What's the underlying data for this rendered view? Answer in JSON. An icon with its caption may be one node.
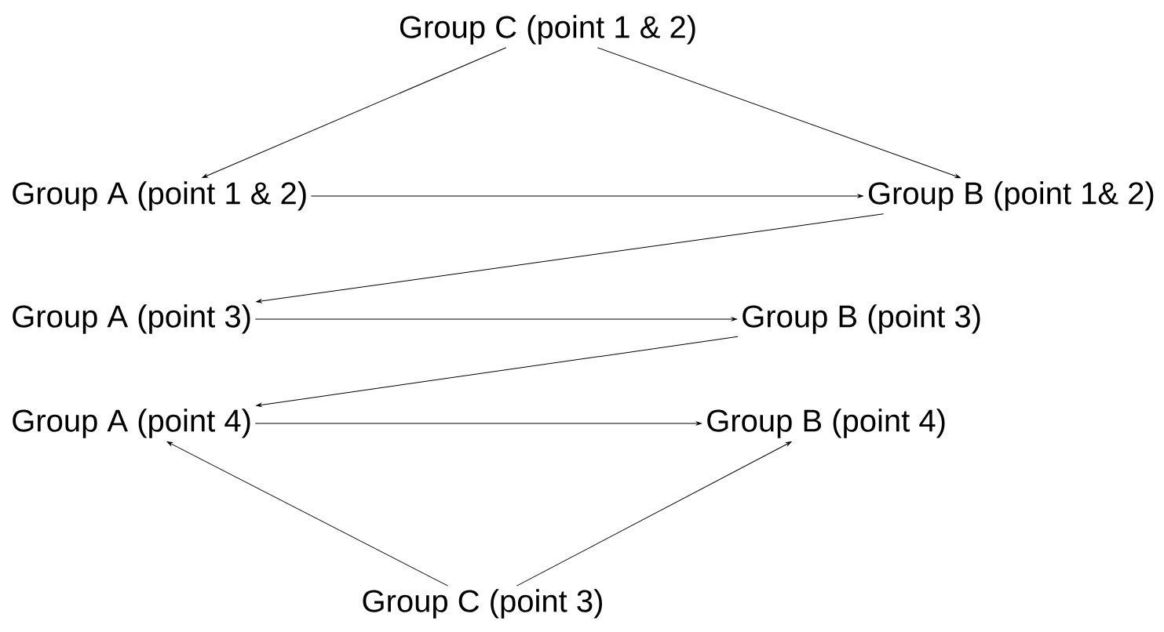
{
  "diagram": {
    "nodes": [
      {
        "text": [
          "Group C (point 1 & 2)"
        ]
      },
      {
        "text": [
          "Group A (point 1 & 2)"
        ]
      },
      {
        "text": [
          "Group B (point 1& 2)"
        ]
      },
      {
        "text": [
          "Group A (point 3)"
        ]
      },
      {
        "text": [
          "Group B (point 3)"
        ]
      },
      {
        "text": [
          "Group A (point 4)"
        ]
      },
      {
        "text": [
          "Group B (point 4)"
        ]
      },
      {
        "text": [
          "Group C (point 3)"
        ]
      }
    ],
    "edges": [
      {
        "from": 0,
        "to": 1,
        "arrow": "to"
      },
      {
        "from": 0,
        "to": 2,
        "arrow": "to"
      },
      {
        "from": 1,
        "to": 2,
        "arrow": "to"
      },
      {
        "from": 2,
        "to": 3,
        "arrow": "to"
      },
      {
        "from": 3,
        "to": 4,
        "arrow": "to"
      },
      {
        "from": 4,
        "to": 5,
        "arrow": "to"
      },
      {
        "from": 5,
        "to": 6,
        "arrow": "to"
      },
      {
        "from": 7,
        "to": 5,
        "arrow": "to"
      },
      {
        "from": 7,
        "to": 6,
        "arrow": "to"
      }
    ]
  }
}
